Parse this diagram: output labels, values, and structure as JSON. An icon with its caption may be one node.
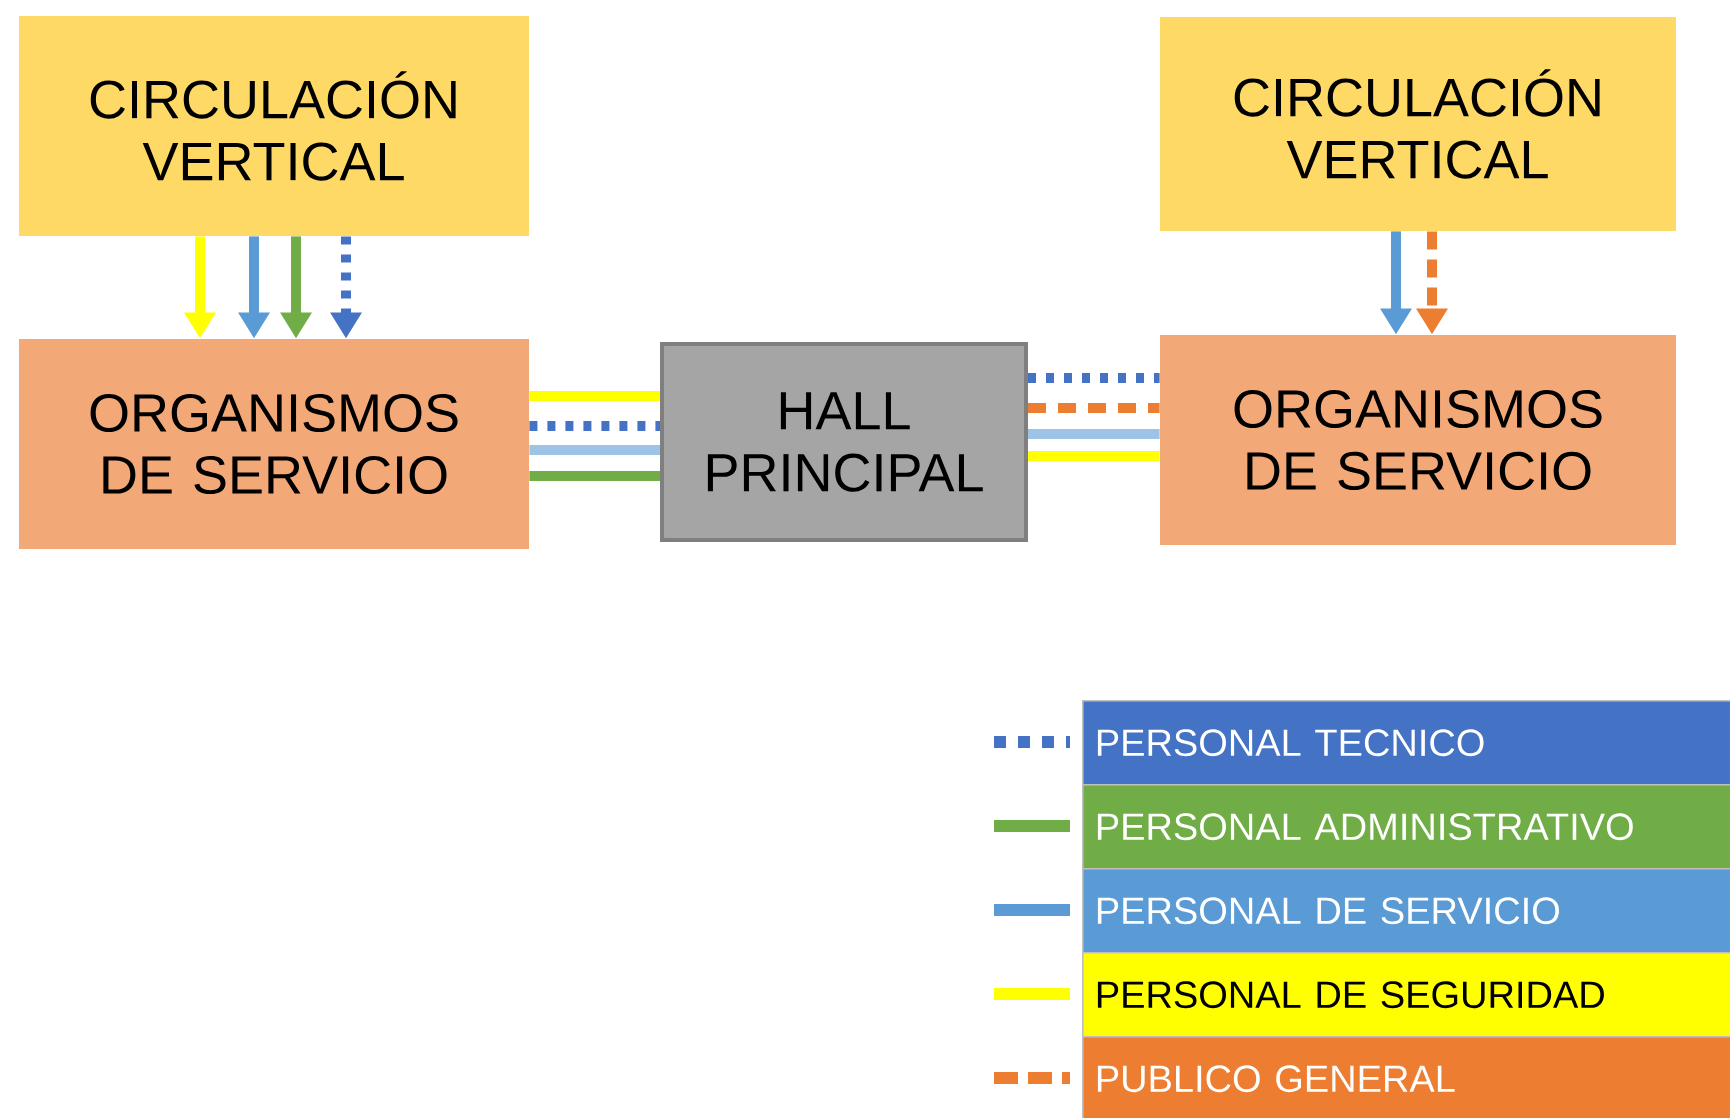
{
  "diagram": {
    "nodes": [
      {
        "text": [
          "CIRCULACIÓN VERTICAL"
        ]
      },
      {
        "text": [
          "CIRCULACIÓN VERTICAL"
        ]
      },
      {
        "text": [
          "ORGANISMOS DE SERVICIO"
        ]
      },
      {
        "text": [
          "HALL PRINCIPAL"
        ]
      },
      {
        "text": [
          "ORGANISMOS DE SERVICIO"
        ]
      }
    ],
    "edges": [
      {
        "from": 0,
        "to": 2,
        "arrow": "to",
        "color": "#ffff00"
      },
      {
        "from": 0,
        "to": 2,
        "arrow": "to",
        "color": "#5b9bd5"
      },
      {
        "from": 0,
        "to": 2,
        "arrow": "to",
        "color": "#70ad47"
      },
      {
        "from": 0,
        "to": 2,
        "arrow": "to",
        "color": "#4472c4",
        "style": "dashed"
      },
      {
        "from": 1,
        "to": 4,
        "arrow": "to",
        "color": "#5b9bd5"
      },
      {
        "from": 1,
        "to": 4,
        "arrow": "to",
        "color": "#ed7d31",
        "style": "dashed"
      },
      {
        "from": 2,
        "to": 3,
        "arrow": "none",
        "color": "#ffff00"
      },
      {
        "from": 2,
        "to": 3,
        "arrow": "none",
        "color": "#4472c4",
        "style": "dashed"
      },
      {
        "from": 2,
        "to": 3,
        "arrow": "none",
        "color": "#9dc3e6"
      },
      {
        "from": 2,
        "to": 3,
        "arrow": "none",
        "color": "#70ad47"
      },
      {
        "from": 3,
        "to": 4,
        "arrow": "none",
        "color": "#4472c4",
        "style": "dashed"
      },
      {
        "from": 3,
        "to": 4,
        "arrow": "none",
        "color": "#ed7d31",
        "style": "dashed"
      },
      {
        "from": 3,
        "to": 4,
        "arrow": "none",
        "color": "#9dc3e6"
      },
      {
        "from": 3,
        "to": 4,
        "arrow": "none",
        "color": "#ffff00"
      }
    ],
    "legend": [
      {
        "text": "PERSONAL TECNICO",
        "color": "#4472c4"
      },
      {
        "text": "PERSONAL ADMINISTRATIVO",
        "color": "#70ad47"
      },
      {
        "text": "PERSONAL DE SERVICIO",
        "color": "#5b9bd5"
      },
      {
        "text": "PERSONAL DE SEGURIDAD",
        "color": "#ffff00"
      },
      {
        "text": "PUBLICO GENERAL",
        "color": "#ed7d31"
      }
    ]
  }
}
